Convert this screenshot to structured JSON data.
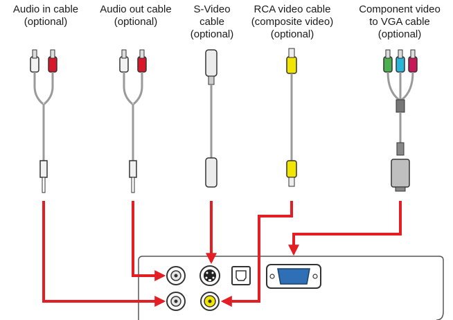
{
  "cables": [
    {
      "id": "audio-in",
      "lines": [
        "Audio in cable",
        "(optional)"
      ]
    },
    {
      "id": "audio-out",
      "lines": [
        "Audio out cable",
        "(optional)"
      ]
    },
    {
      "id": "s-video",
      "lines": [
        "S-Video",
        "cable",
        "(optional)"
      ]
    },
    {
      "id": "rca-video",
      "lines": [
        "RCA video cable",
        "(composite video)",
        "(optional)"
      ]
    },
    {
      "id": "component-vga",
      "lines": [
        "Component video",
        "to VGA cable",
        "(optional)"
      ]
    }
  ],
  "colors": {
    "arrow": "#e31e24",
    "plug_white": "#f2f2f2",
    "plug_red": "#d6182a",
    "plug_yellow": "#f2e600",
    "plug_green": "#4caf50",
    "plug_blue": "#29b6d8",
    "plug_magenta": "#c8185a",
    "vga_blue": "#2f6fb5",
    "cable_gray": "#9a9a9a",
    "outline": "#333333"
  }
}
